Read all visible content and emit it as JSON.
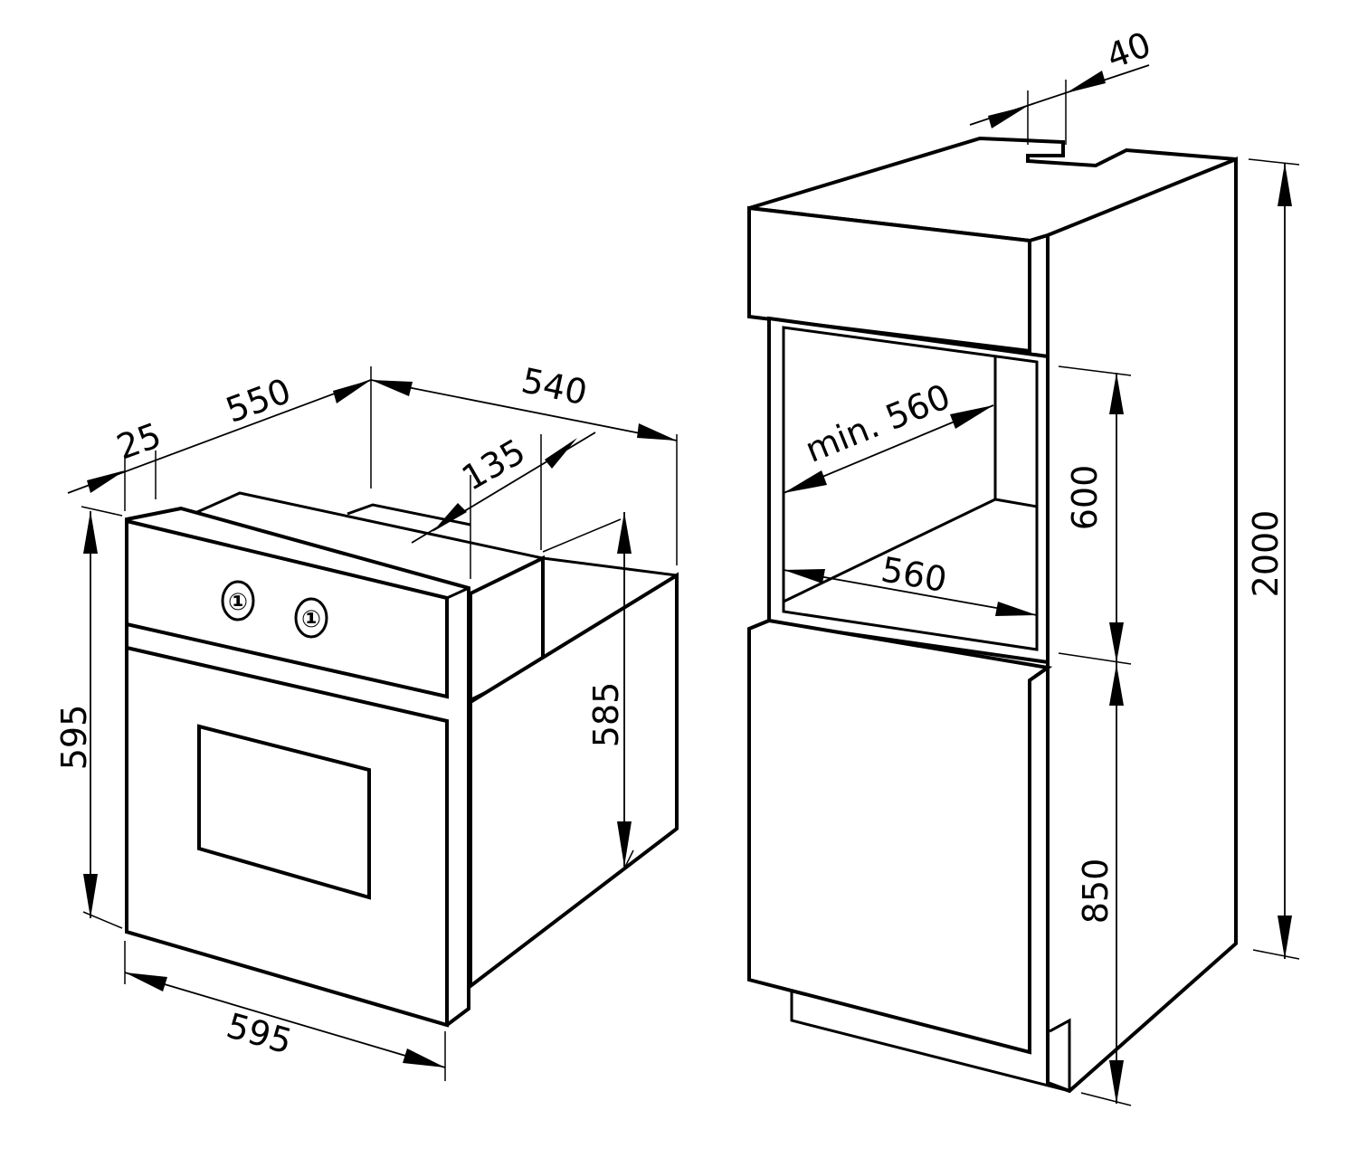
{
  "oven": {
    "labels": {
      "panel_inset": "25",
      "depth_total": "550",
      "depth_body": "540",
      "top_step": "135",
      "body_height": "585",
      "front_height": "595",
      "front_width": "595"
    },
    "knob_symbol": "①"
  },
  "cabinet": {
    "labels": {
      "top_gap": "40",
      "niche_depth": "min. 560",
      "niche_width": "560",
      "niche_height": "600",
      "base_height": "850",
      "total_height": "2000"
    }
  }
}
